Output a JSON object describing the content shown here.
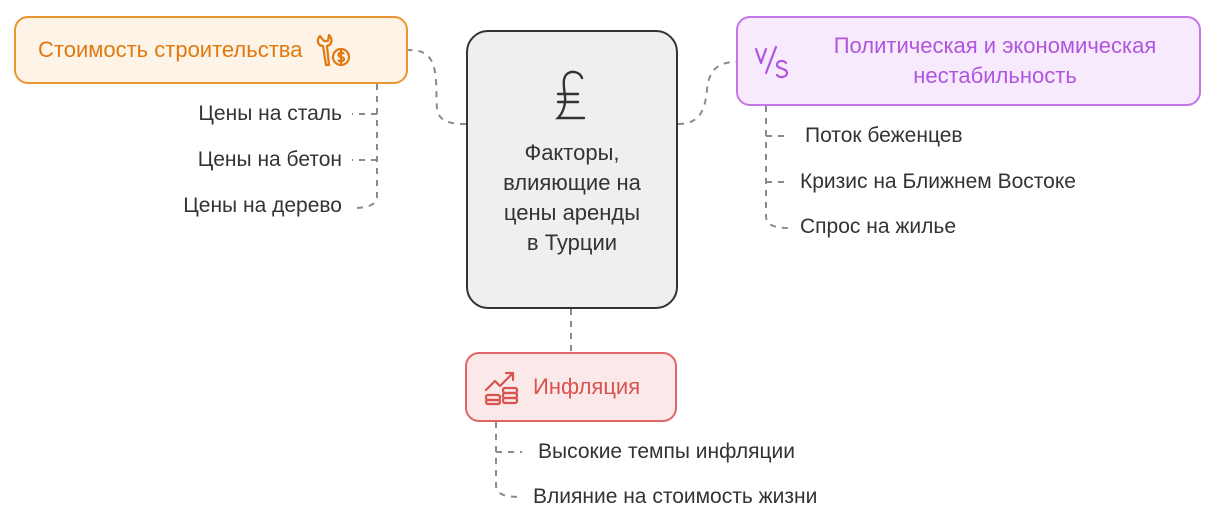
{
  "center": {
    "title": "Факторы, влияющие на цены аренды в Турции",
    "icon": "pound-icon"
  },
  "construction": {
    "label": "Стоимость строительства",
    "icon": "tools-money-icon",
    "items": [
      "Цены на сталь",
      "Цены на бетон",
      "Цены на дерево"
    ]
  },
  "political": {
    "label": "Политическая и экономическая нестабильность",
    "icon": "vs-icon",
    "items": [
      "Поток беженцев",
      "Кризис на Ближнем Востоке",
      "Спрос на жилье"
    ]
  },
  "inflation": {
    "label": "Инфляция",
    "icon": "chart-coins-icon",
    "items": [
      "Высокие темпы инфляции",
      "Влияние на стоимость жизни"
    ]
  },
  "colors": {
    "orange": "#e8962f",
    "purple": "#c476e6",
    "red": "#e06666",
    "center_border": "#333333",
    "connector": "#8a8a8a"
  }
}
